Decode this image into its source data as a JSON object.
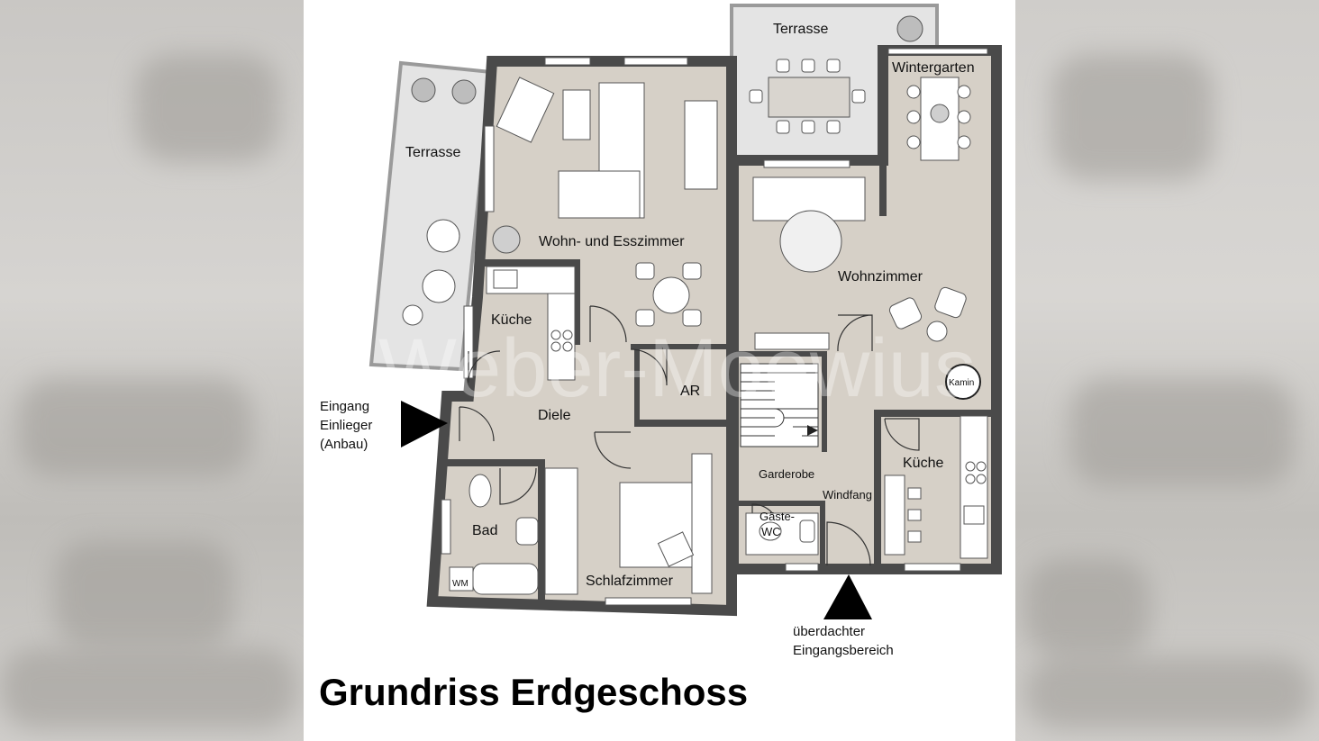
{
  "title": "Grundriss Erdgeschoss",
  "watermark": "Weber-Moewius",
  "rooms": {
    "terrasse_left": "Terrasse",
    "terrasse_top": "Terrasse",
    "wintergarten": "Wintergarten",
    "wohn_esszimmer": "Wohn- und Esszimmer",
    "wohnzimmer": "Wohnzimmer",
    "kueche_left": "Küche",
    "kueche_right": "Küche",
    "ar": "AR",
    "diele": "Diele",
    "bad": "Bad",
    "schlafzimmer": "Schlafzimmer",
    "garderobe": "Garderobe",
    "windfang": "Windfang",
    "gaeste_wc_line1": "Gäste-",
    "gaeste_wc_line2": "WC",
    "wm": "WM",
    "kamin": "Kamin"
  },
  "annotations": {
    "entrance_left": [
      "Eingang",
      "Einlieger",
      "(Anbau)"
    ],
    "entrance_bottom": [
      "überdachter",
      "Eingangsbereich"
    ]
  },
  "colors": {
    "floor": "#d6d0c7",
    "wall": "#4a4a4a",
    "terrace": "#e3e3e3",
    "arrow": "#000000"
  }
}
